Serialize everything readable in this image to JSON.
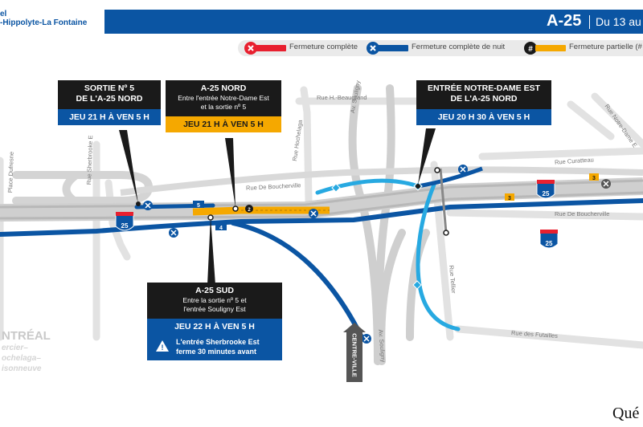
{
  "header": {
    "org_line1": "el",
    "org_line2": "-Hippolyte-La Fontaine",
    "route": "A-25",
    "date_text": "Du 13 au"
  },
  "legend": {
    "items": [
      {
        "label": "Fermeture complète",
        "color": "#e8202f",
        "icon": "x-circle-icon"
      },
      {
        "label": "Fermeture complète de nuit",
        "color": "#0b55a3",
        "icon": "x-circle-icon"
      },
      {
        "label": "Fermeture partielle (# vo",
        "color": "#f5a800",
        "icon": "hash-circle-icon"
      }
    ]
  },
  "callouts": {
    "sortie5": {
      "title1": "SORTIE Nº 5",
      "title2": "DE L'A-25 NORD",
      "time": "JEU 21 H À VEN 5 H"
    },
    "a25nord": {
      "title": "A-25 NORD",
      "sub1": "Entre l'entrée Notre-Dame Est",
      "sub2": "et la sortie nº 5",
      "time": "JEU 21 H À VEN 5 H"
    },
    "notredame": {
      "title1": "ENTRÉE NOTRE-DAME EST",
      "title2": "DE L'A-25 NORD",
      "time": "JEU 20 H 30 À VEN 5 H"
    },
    "a25sud": {
      "title": "A-25 SUD",
      "sub1": "Entre la sortie nº 5 et",
      "sub2": "l'entrée Souligny Est",
      "time": "JEU 22 H À VEN 5 H",
      "warn1": "L'entrée Sherbrooke Est",
      "warn2": "ferme 30 minutes avant"
    }
  },
  "streets": {
    "beaugrand": "Rue H.-Beaugrand",
    "souligny1": "Av. Souligny",
    "souligny2": "Av. Souligny",
    "hochelaga": "Rue Hochelaga",
    "boucherville1": "Rue De Boucherville",
    "boucherville2": "Rue De Boucherville",
    "curatteau": "Rue Curatteau",
    "notredame": "Rue Notre-Dame E",
    "sherbrooke": "Rue Sherbrooke E",
    "dufresne": "Place Dufresne",
    "tellier": "Rue Tellier",
    "futailles": "Rue des Futailles"
  },
  "city": {
    "line1": "NTRÉAL",
    "line2": "ercier–",
    "line3": "ochelaga–",
    "line4": "isonneuve"
  },
  "shields": {
    "route": "25",
    "count_a": "3",
    "count_b": "3",
    "lane_5": "5",
    "lane_4": "4",
    "partial_2": "2"
  },
  "centre_ville": "CENTRE-VILLE",
  "quebec": "Qué",
  "colors": {
    "blue": "#0b55a3",
    "light_blue": "#27a9e1",
    "yellow": "#f5a800",
    "red": "#e8202f",
    "road": "#d9d9d9",
    "highway": "#c4c4c4",
    "dark": "#1a1a1a"
  }
}
